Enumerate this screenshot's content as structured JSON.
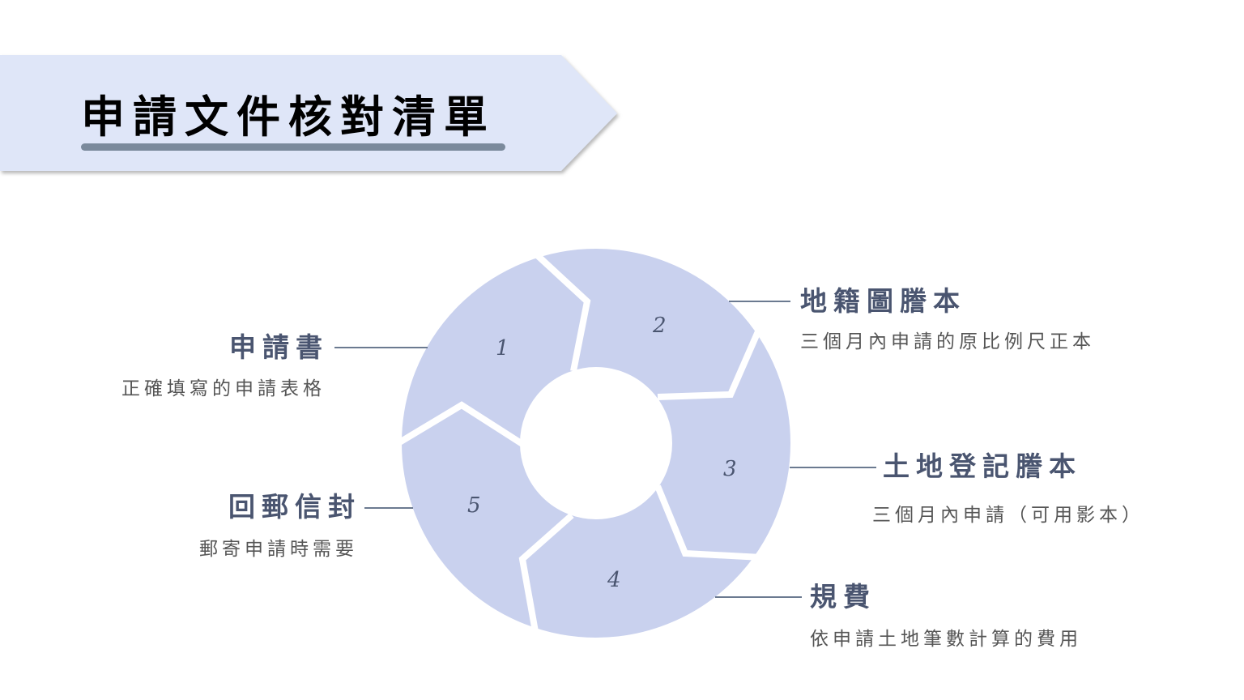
{
  "title": "申請文件核對清單",
  "colors": {
    "banner": "#dfe6f8",
    "ring": "#c9d1ee",
    "heading": "#4a5570",
    "line": "#6b7a90"
  },
  "steps": [
    {
      "num": "1",
      "title": "申請書",
      "desc": "正確填寫的申請表格"
    },
    {
      "num": "2",
      "title": "地籍圖謄本",
      "desc": "三個月內申請的原比例尺正本"
    },
    {
      "num": "3",
      "title": "土地登記謄本",
      "desc": "三個月內申請（可用影本）"
    },
    {
      "num": "4",
      "title": "規費",
      "desc": "依申請土地筆數計算的費用"
    },
    {
      "num": "5",
      "title": "回郵信封",
      "desc": "郵寄申請時需要"
    }
  ]
}
